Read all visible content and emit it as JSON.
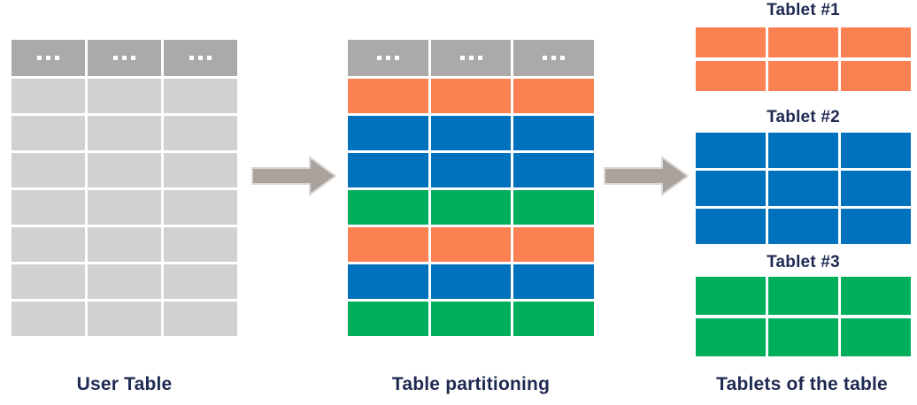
{
  "colors": {
    "orange": "#fb8153",
    "blue": "#0071bc",
    "green": "#00af5c",
    "header_gray": "#aca9a9",
    "row_gray": "#d2d1d1",
    "arrow_gray": "#a9a29d",
    "arrow_outline": "#dbd7d4",
    "navy": "#1f2a52",
    "background": "#ffffff"
  },
  "sections": {
    "user_table": {
      "caption": "User Table",
      "columns": 3,
      "header_label": "...",
      "rows": [
        "row_gray",
        "row_gray",
        "row_gray",
        "row_gray",
        "row_gray",
        "row_gray",
        "row_gray"
      ]
    },
    "partitioning": {
      "caption": "Table partitioning",
      "columns": 3,
      "header_label": "...",
      "rows": [
        "orange",
        "blue",
        "blue",
        "green",
        "orange",
        "blue",
        "green"
      ]
    },
    "tablets": {
      "caption": "Tablets of the table",
      "items": [
        {
          "title": "Tablet #1",
          "columns": 3,
          "rows": [
            "orange",
            "orange"
          ]
        },
        {
          "title": "Tablet #2",
          "columns": 3,
          "rows": [
            "blue",
            "blue",
            "blue"
          ]
        },
        {
          "title": "Tablet #3",
          "columns": 3,
          "rows": [
            "green",
            "green"
          ]
        }
      ]
    }
  }
}
